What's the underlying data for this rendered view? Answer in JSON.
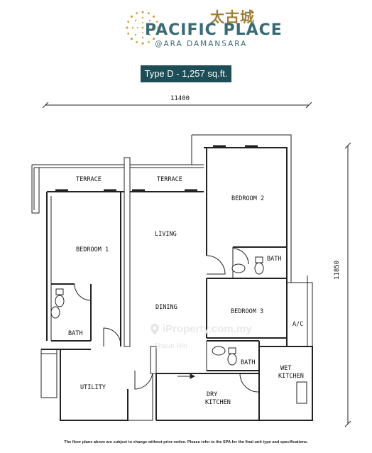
{
  "brand": {
    "chinese_name": "太古城",
    "name": "PACIFIC PLACE",
    "subtitle": "@ARA DAMANSARA"
  },
  "unit_type": "Type D - 1,257 sq.ft.",
  "dimensions": {
    "width": "11400",
    "depth": "11850"
  },
  "rooms": {
    "terrace_left": "TERRACE",
    "terrace_right": "TERRACE",
    "bedroom_1": "BEDROOM 1",
    "bedroom_2": "BEDROOM 2",
    "bedroom_3": "BEDROOM 3",
    "living": "LIVING",
    "dining": "DINING",
    "bath_1": "BATH",
    "bath_2": "BATH",
    "bath_3": "BATH",
    "ac": "A/C",
    "utility": "UTILITY",
    "dry_kitchen_line1": "DRY",
    "dry_kitchen_line2": "KITCHEN",
    "wet_kitchen_line1": "WET",
    "wet_kitchen_line2": "KITCHEN"
  },
  "watermark": {
    "site": "iProperty.com.my",
    "agent": "Shaun Hin"
  },
  "footer_note": "The floor plans above are subject to change without prior notice. Please refer to the SPA for the final unit type and specifications.",
  "colors": {
    "brand_teal": "#3a6a73",
    "brand_gold": "#9c7f3a",
    "badge_bg": "#1d4e57",
    "wall": "#222222"
  }
}
